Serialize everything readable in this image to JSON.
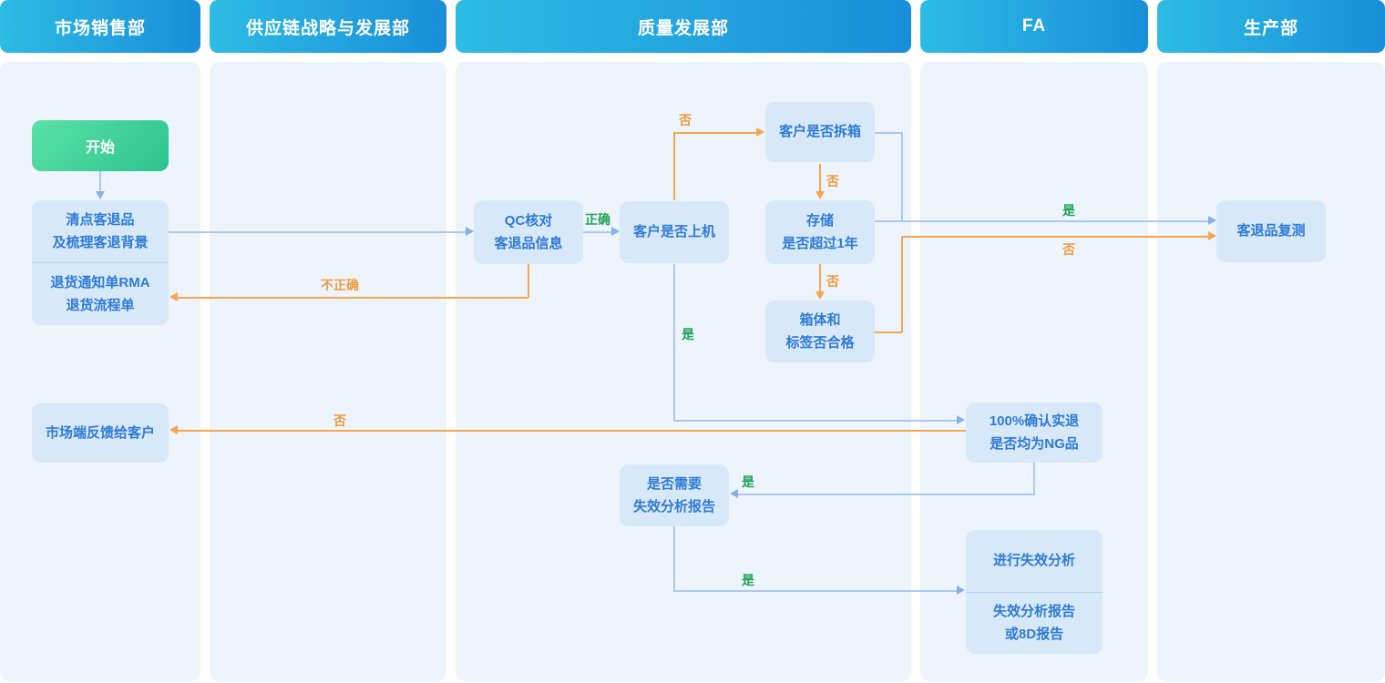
{
  "lanes": [
    {
      "label": "市场销售部"
    },
    {
      "label": "供应链战略与发展部"
    },
    {
      "label": "质量发展部"
    },
    {
      "label": "FA"
    },
    {
      "label": "生产部"
    }
  ],
  "nodes": {
    "start": {
      "label": "开始"
    },
    "count_returns": {
      "line1": "清点客退品",
      "line2": "及梳理客退背景"
    },
    "rma": {
      "line1": "退货通知单RMA",
      "line2": "退货流程单"
    },
    "qc_check": {
      "line1": "QC核对",
      "line2": "客退品信息"
    },
    "on_machine": {
      "label": "客户是否上机"
    },
    "unboxed": {
      "label": "客户是否拆箱"
    },
    "storage": {
      "line1": "存储",
      "line2": "是否超过1年"
    },
    "box_label_ok": {
      "line1": "箱体和",
      "line2": "标签否合格"
    },
    "retest": {
      "label": "客退品复测"
    },
    "confirm_ng": {
      "line1": "100%确认实退",
      "line2": "是否均为NG品"
    },
    "feedback": {
      "label": "市场端反馈给客户"
    },
    "need_fa": {
      "line1": "是否需要",
      "line2": "失效分析报告"
    },
    "do_fa": {
      "label": "进行失效分析"
    },
    "fa_report": {
      "line1": "失效分析报告",
      "line2": "或8D报告"
    }
  },
  "edge_labels": {
    "correct": "正确",
    "incorrect": "不正确",
    "yes": "是",
    "no": "否"
  },
  "colors": {
    "header_gradient_start": "#2cbce4",
    "header_gradient_end": "#1a8ed9",
    "lane_bg": "#eef4fb",
    "node_bg": "#d7e8f9",
    "node_text": "#2f7bd3",
    "start_gradient_start": "#5ae1a6",
    "start_gradient_end": "#2cc390",
    "line_blue": "#a9c9ed",
    "line_orange": "#f6a64e",
    "label_green": "#22a35b",
    "label_orange": "#ef9a3f"
  }
}
